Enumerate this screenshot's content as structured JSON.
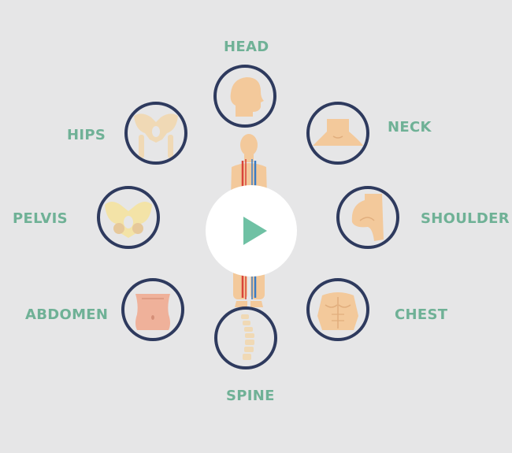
{
  "body_parts": {
    "head": "HEAD",
    "neck": "NECK",
    "shoulder": "SHOULDER",
    "chest": "CHEST",
    "spine": "SPINE",
    "abdomen": "ABDOMEN",
    "pelvis": "PELVIS",
    "hips": "HIPS"
  },
  "icons": {
    "head": "head-silhouette-icon",
    "neck": "neck-icon",
    "shoulder": "shoulder-icon",
    "chest": "chest-torso-icon",
    "spine": "spine-icon",
    "abdomen": "abdomen-icon",
    "pelvis": "pelvis-bone-icon",
    "hips": "hip-bones-icon",
    "center": "human-anatomy-figure-icon",
    "play": "play-icon"
  },
  "colors": {
    "label": "#6fb196",
    "ring": "#2e3a5e",
    "skin": "#f3c99b",
    "bone": "#f0d9b5",
    "background": "#e6e6e7",
    "play_triangle": "#6fc1a4"
  }
}
